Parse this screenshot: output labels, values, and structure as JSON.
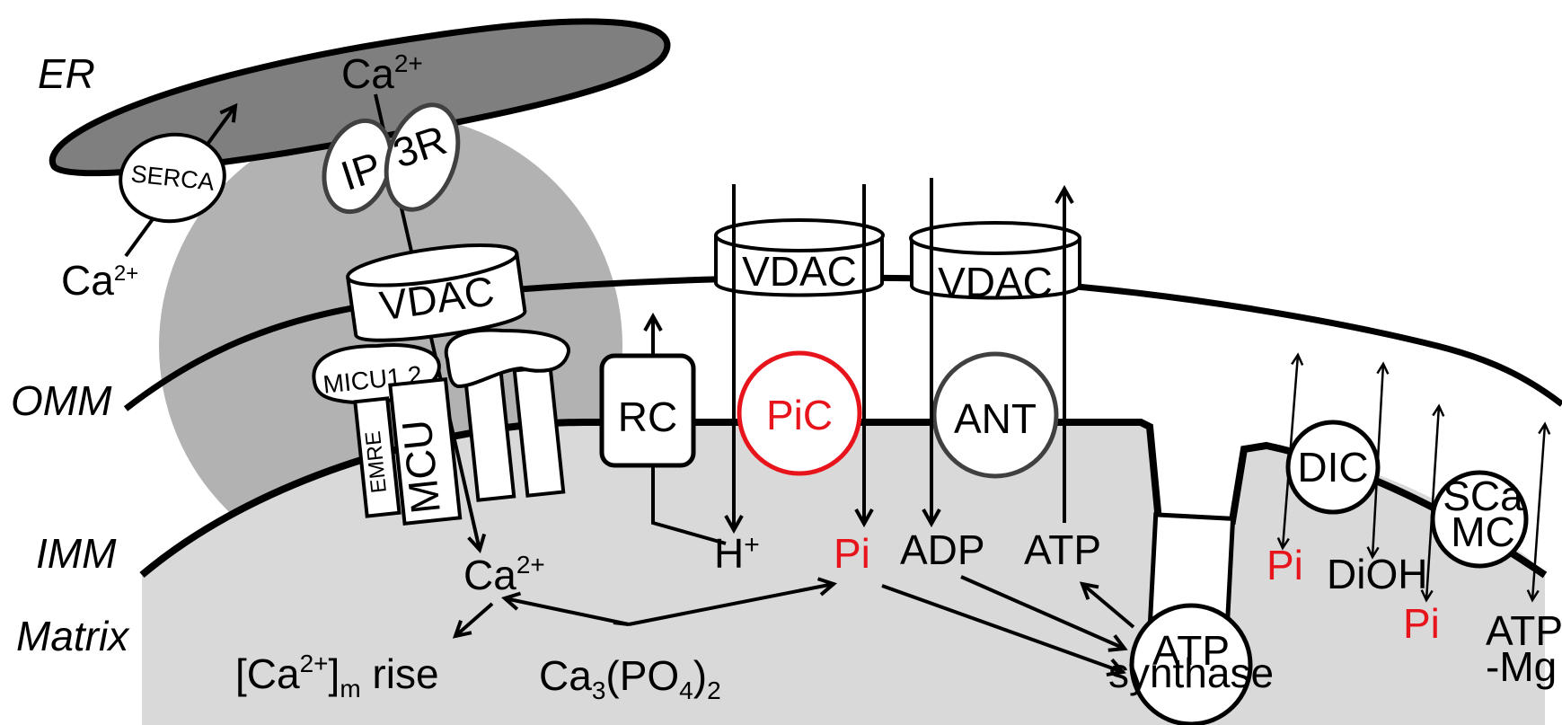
{
  "regions": {
    "er": "ER",
    "omm": "OMM",
    "imm": "IMM",
    "matrix": "Matrix"
  },
  "proteins": {
    "serca": "SERCA",
    "ip3r_left": "IP",
    "ip3r_right": "3R",
    "vdac_1": "VDAC",
    "vdac_2": "VDAC",
    "vdac_3": "VDAC",
    "micu": "MICU1,2",
    "emre": "EMRE",
    "mcu": "MCU",
    "rc": "RC",
    "pic": "PiC",
    "ant": "ANT",
    "dic": "DIC",
    "scamc_line1": "SCa",
    "scamc_line2": "MC",
    "atp_synthase_line1": "ATP",
    "atp_synthase_line2": "synthase"
  },
  "species": {
    "ca_er_base": "Ca",
    "ca_er_sup": "2+",
    "ca_cyto_base": "Ca",
    "ca_cyto_sup": "2+",
    "ca_matrix_base": "Ca",
    "ca_matrix_sup": "2+",
    "h_base": "H",
    "h_sup": "+",
    "pi_main": "Pi",
    "adp": "ADP",
    "atp": "ATP",
    "pi_dic": "Pi",
    "dioh": "DiOH",
    "pi_scamc": "Pi",
    "atp_mg_line1": "ATP",
    "atp_mg_line2": "-Mg",
    "ca_rise_open": "[Ca",
    "ca_rise_sup": "2+",
    "ca_rise_close": "]",
    "ca_rise_sub": "m",
    "ca_rise_tail": " rise",
    "ca3po4_a": "Ca",
    "ca3po4_sub1": "3",
    "ca3po4_b": "(PO",
    "ca3po4_sub2": "4",
    "ca3po4_c": ")",
    "ca3po4_sub3": "2"
  },
  "colors": {
    "er_fill": "#7f7f7f",
    "contact_fill": "#b2b2b2",
    "matrix_fill": "#d9d9d9",
    "pi_red": "#e8141b",
    "outline_dark": "#404040"
  }
}
